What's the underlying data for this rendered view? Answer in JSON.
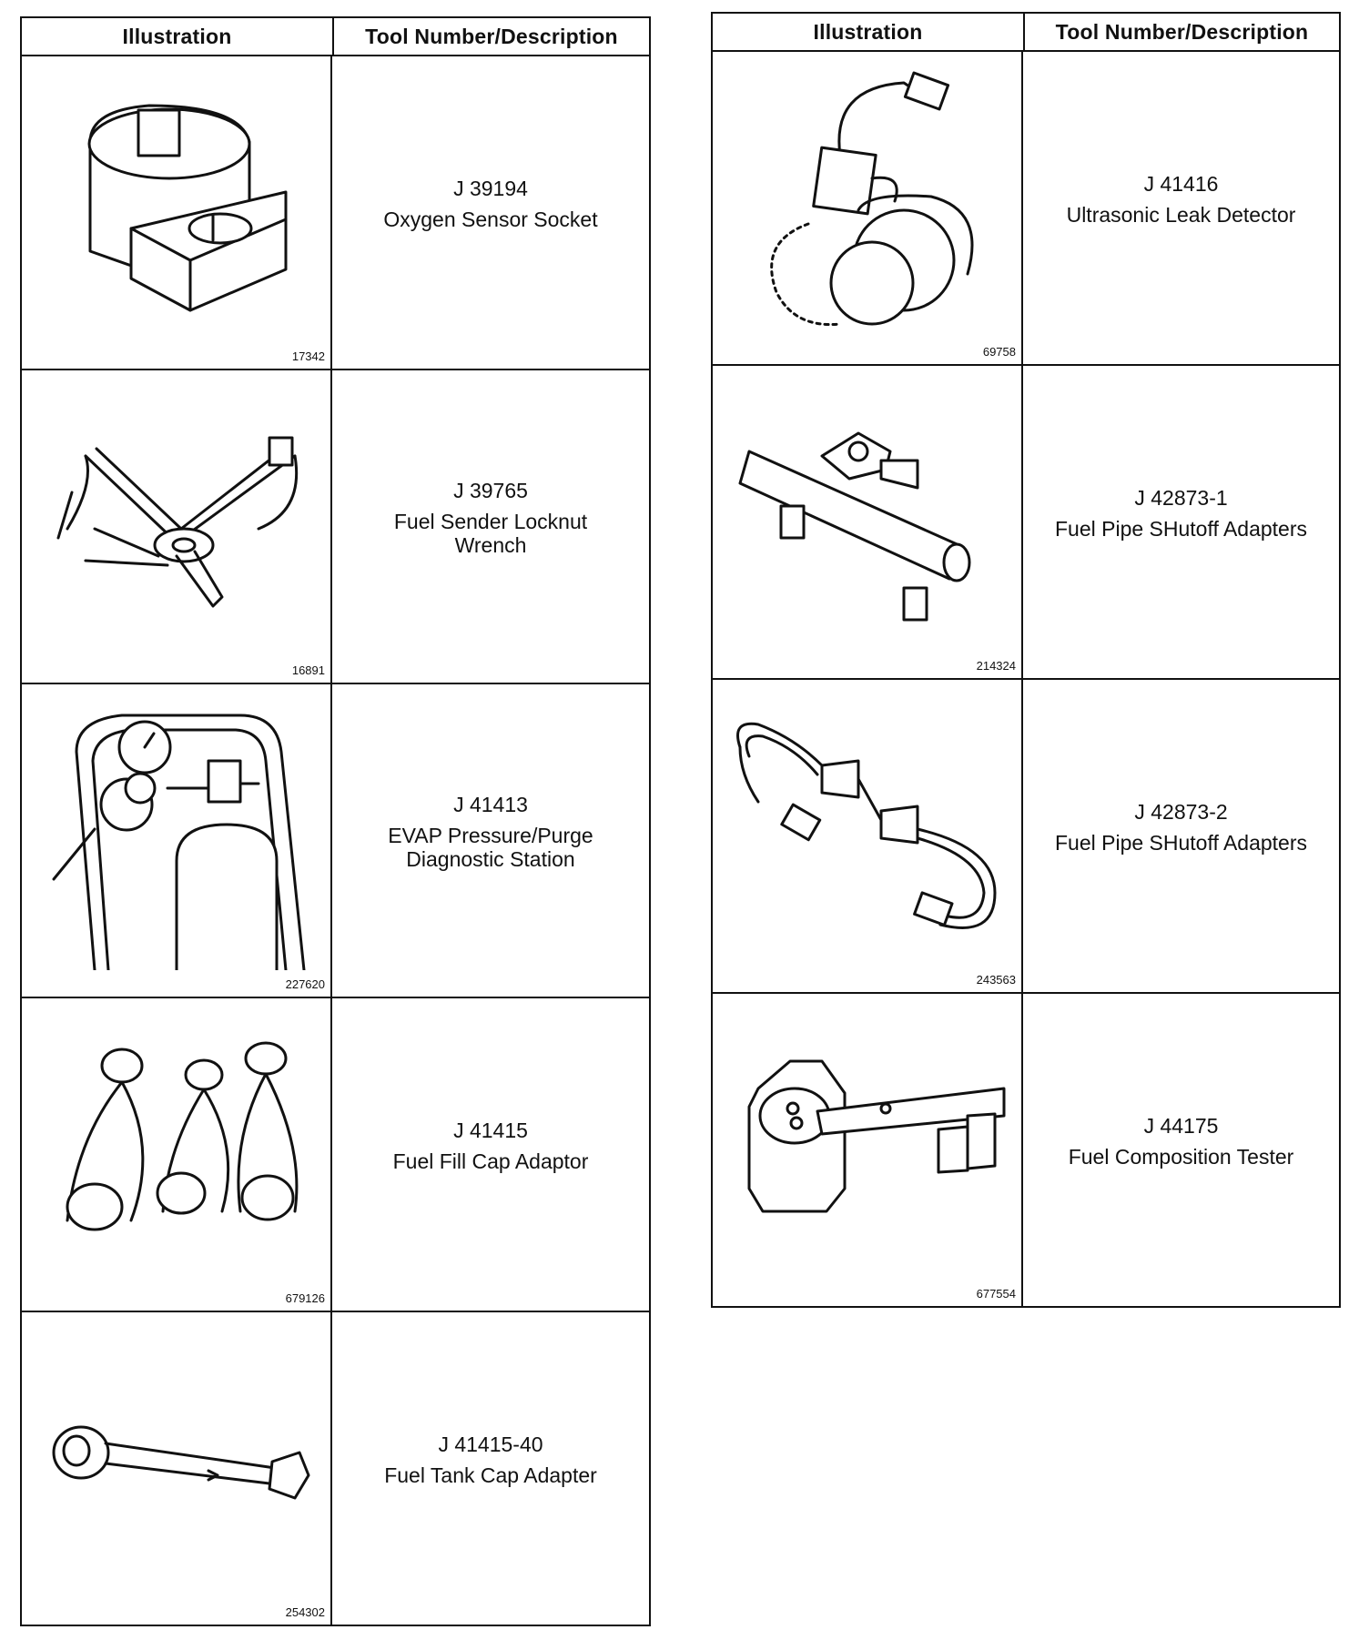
{
  "left_table": {
    "headers": {
      "illustration": "Illustration",
      "tool": "Tool Number/Description"
    },
    "rows": [
      {
        "icon": "oxygen-sensor-socket-icon",
        "figure": "17342",
        "number": "J 39194",
        "description": "Oxygen Sensor Socket"
      },
      {
        "icon": "fuel-sender-locknut-wrench-icon",
        "figure": "16891",
        "number": "J 39765",
        "description": "Fuel Sender Locknut\nWrench"
      },
      {
        "icon": "evap-diagnostic-station-icon",
        "figure": "227620",
        "number": "J 41413",
        "description": "EVAP Pressure/Purge\nDiagnostic Station"
      },
      {
        "icon": "fuel-fill-cap-adaptor-icon",
        "figure": "679126",
        "number": "J 41415",
        "description": "Fuel Fill Cap Adaptor"
      },
      {
        "icon": "fuel-tank-cap-adapter-icon",
        "figure": "254302",
        "number": "J 41415-40",
        "description": "Fuel Tank Cap Adapter"
      }
    ]
  },
  "right_table": {
    "headers": {
      "illustration": "Illustration",
      "tool": "Tool Number/Description"
    },
    "rows": [
      {
        "icon": "ultrasonic-leak-detector-icon",
        "figure": "69758",
        "number": "J 41416",
        "description": "Ultrasonic Leak Detector"
      },
      {
        "icon": "fuel-pipe-shutoff-adapter-icon",
        "figure": "214324",
        "number": "J 42873-1",
        "description": "Fuel Pipe SHutoff Adapters"
      },
      {
        "icon": "fuel-pipe-shutoff-adapter-hose-icon",
        "figure": "243563",
        "number": "J 42873-2",
        "description": "Fuel Pipe SHutoff Adapters"
      },
      {
        "icon": "fuel-composition-tester-icon",
        "figure": "677554",
        "number": "J 44175",
        "description": "Fuel Composition Tester"
      }
    ]
  }
}
